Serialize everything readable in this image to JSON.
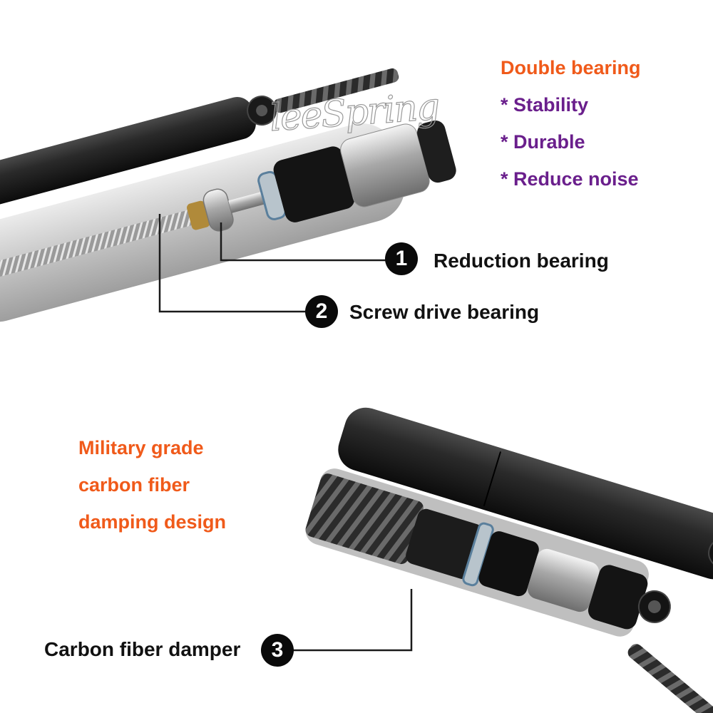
{
  "brand": {
    "watermark": "leeSpring"
  },
  "features": {
    "title": "Double bearing",
    "bullets": [
      "* Stability",
      "* Durable",
      "* Reduce noise"
    ],
    "military": [
      "Military grade",
      "carbon fiber",
      "damping design"
    ]
  },
  "callouts": [
    {
      "number": "1",
      "label": "Reduction bearing"
    },
    {
      "number": "2",
      "label": "Screw drive bearing"
    },
    {
      "number": "3",
      "label": "Carbon fiber damper"
    }
  ],
  "colors": {
    "accent_orange": "#f05a1a",
    "accent_purple": "#6a1f8c",
    "text": "#111111"
  }
}
